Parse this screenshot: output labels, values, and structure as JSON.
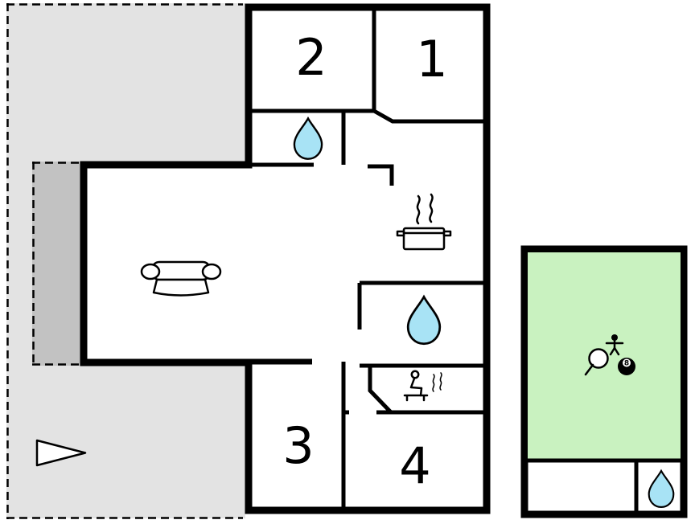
{
  "floorplan": {
    "rooms": {
      "r1": {
        "label": "1"
      },
      "r2": {
        "label": "2"
      },
      "r3": {
        "label": "3"
      },
      "r4": {
        "label": "4"
      }
    },
    "billiard_ball_label": "8",
    "colors": {
      "terrace": "#e3e3e3",
      "awning": "#c2c2c2",
      "annex_green": "#c9f2c0",
      "water": "#a8e3f5",
      "wall": "#000000",
      "floor": "#ffffff"
    },
    "icons": [
      "entrance-arrow-icon",
      "sofa-icon",
      "cooking-pot-icon",
      "steam-icon",
      "water-drop-icon",
      "sauna-person-icon",
      "foosball-player-icon",
      "table-tennis-paddle-icon",
      "billiard-8-ball-icon"
    ]
  }
}
